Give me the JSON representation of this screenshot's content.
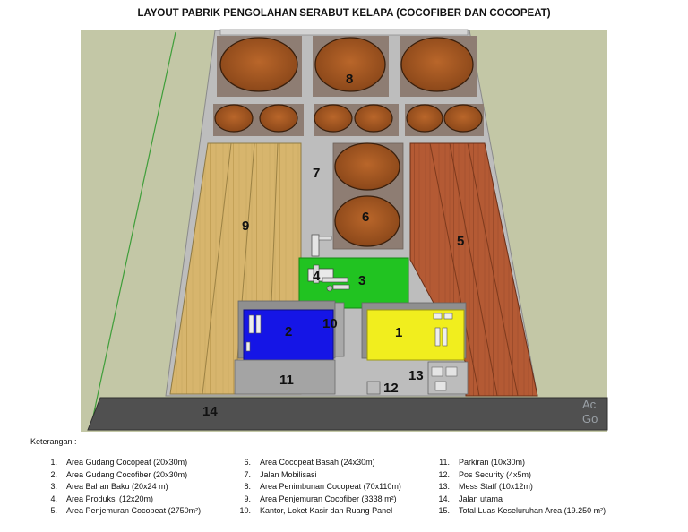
{
  "title": "LAYOUT PABRIK PENGOLAHAN SERABUT KELAPA (COCOFIBER DAN COCOPEAT)",
  "zone_labels": {
    "z1": "1",
    "z2": "2",
    "z3": "3",
    "z4": "4",
    "z5": "5",
    "z6": "6",
    "z7": "7",
    "z8": "8",
    "z9": "9",
    "z10": "10",
    "z11": "11",
    "z12": "12",
    "z13": "13",
    "z14": "14"
  },
  "watermark": {
    "line1": "Ac",
    "line2": "Go"
  },
  "legend": {
    "heading": "Keterangan :",
    "col1": [
      {
        "num": "1.",
        "text": "Area Gudang Cocopeat (20x30m)"
      },
      {
        "num": "2.",
        "text": "Area Gudang Cocofiber (20x30m)"
      },
      {
        "num": "3.",
        "text": "Area Bahan Baku (20x24 m)"
      },
      {
        "num": "4.",
        "text": "Area Produksi (12x20m)"
      },
      {
        "num": "5.",
        "text": "Area Penjemuran Cocopeat (2750m²)"
      }
    ],
    "col2": [
      {
        "num": "6.",
        "text": "Area Cocopeat Basah (24x30m)"
      },
      {
        "num": "7.",
        "text": "Jalan Mobilisasi"
      },
      {
        "num": "8.",
        "text": "Area Penimbunan Cocopeat (70x110m)"
      },
      {
        "num": "9.",
        "text": "Area Penjemuran Cocofiber (3338 m²)"
      },
      {
        "num": "10.",
        "text": "Kantor, Loket Kasir dan Ruang Panel"
      }
    ],
    "col3": [
      {
        "num": "11.",
        "text": "Parkiran (10x30m)"
      },
      {
        "num": "12.",
        "text": "Pos Security (4x5m)"
      },
      {
        "num": "13.",
        "text": "Mess Staff (10x12m)"
      },
      {
        "num": "14.",
        "text": "Jalan utama"
      },
      {
        "num": "15.",
        "text": "Total Luas Keseluruhan Area (19.250 m²)"
      }
    ]
  }
}
